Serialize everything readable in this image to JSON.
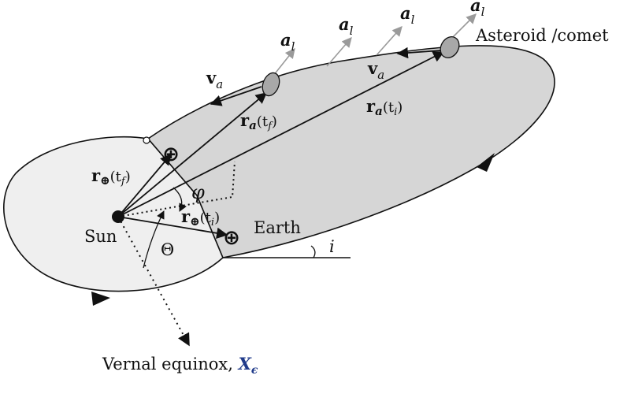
{
  "labels": {
    "asteroid": "Asteroid /comet",
    "earth": "Earth",
    "sun": "Sun",
    "vernal": "Vernal equinox, ",
    "vernal_symbol": "X",
    "vernal_symbol_sub": "ϵ",
    "theta": "Θ",
    "phi": "φ",
    "inclination": "i"
  },
  "vectors": {
    "v_a": {
      "main": "v",
      "sub": "a"
    },
    "a_l": {
      "main": "a",
      "sub": "l"
    },
    "r_a_tf": {
      "main": "r",
      "sub1": "a",
      "arg": "(t",
      "argsub": "f",
      "close": ")"
    },
    "r_a_ti": {
      "main": "r",
      "sub1": "a",
      "arg": "(t",
      "argsub": "i",
      "close": ")"
    },
    "r_e_tf": {
      "main": "r",
      "sub1": "⊕",
      "arg": "(t",
      "argsub": "f",
      "close": ")"
    },
    "r_e_ti": {
      "main": "r",
      "sub1": "⊕",
      "arg": "(t",
      "argsub": "i",
      "close": ")"
    }
  },
  "symbols": {
    "earth": "⊕"
  },
  "colors": {
    "earth_orbit_fill": "#efefef",
    "asteroid_orbit_fill": "#d6d6d6",
    "body_fill": "#a8a8a8",
    "accel_arrow": "#9a9a9a",
    "stroke": "#111111",
    "vernal_symbol": "#1f3a8a"
  }
}
